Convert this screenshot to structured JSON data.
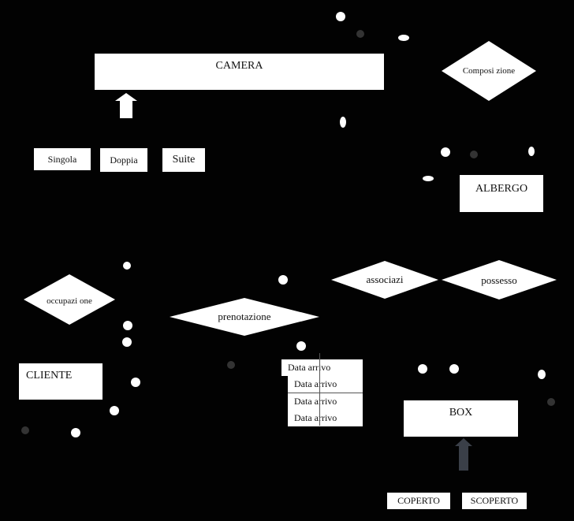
{
  "entities": {
    "camera": "CAMERA",
    "singola": "Singola",
    "doppia": "Doppia",
    "suite": "Suite",
    "albergo": "ALBERGO",
    "cliente": "CLIENTE",
    "box": "BOX",
    "coperto": "COPERTO",
    "scoperto": "SCOPERTO"
  },
  "relationships": {
    "composizione": "Composi zione",
    "occupazione": "occupazi one",
    "prenotazione": "prenotazione",
    "associazione": "associazi",
    "possesso": "possesso"
  },
  "attributes": [
    "Data arrivo",
    "Data arrivo",
    "Data arrivo",
    "Data arrivo"
  ]
}
